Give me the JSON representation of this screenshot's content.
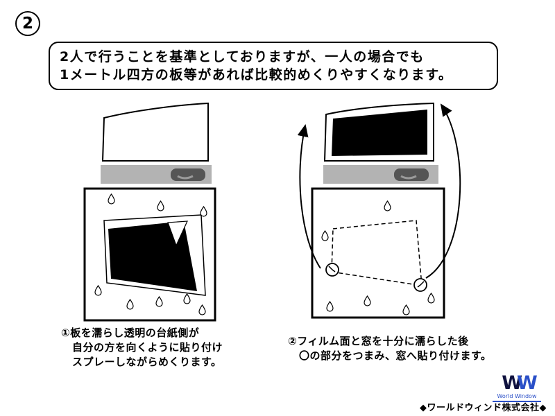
{
  "page": {
    "step_number": "2"
  },
  "intro": {
    "line1": "2人で行うことを基準としておりますが、一人の場合でも",
    "line2": "1メートル四方の板等があれば比較的めくりやすくなります。"
  },
  "captions": {
    "left": {
      "line1": "①板を濡らし透明の台紙側が",
      "line2": "自分の方を向くように貼り付け",
      "line3": "スプレーしながらめくります。"
    },
    "right": {
      "line1": "②フィルム面と窓を十分に濡らした後",
      "line2": "〇の部分をつまみ、窓へ貼り付けます。"
    }
  },
  "footer": {
    "logo_w1": "W",
    "logo_w2": "W",
    "logo_name": "World Window",
    "company": "◆ワールドウィンド株式会社◆"
  },
  "colors": {
    "outline": "#000000",
    "gray_strip": "#b3b3b3",
    "handle_dark": "#555555",
    "logo_blue": "#2b50c8",
    "logo_navy": "#10123f"
  }
}
